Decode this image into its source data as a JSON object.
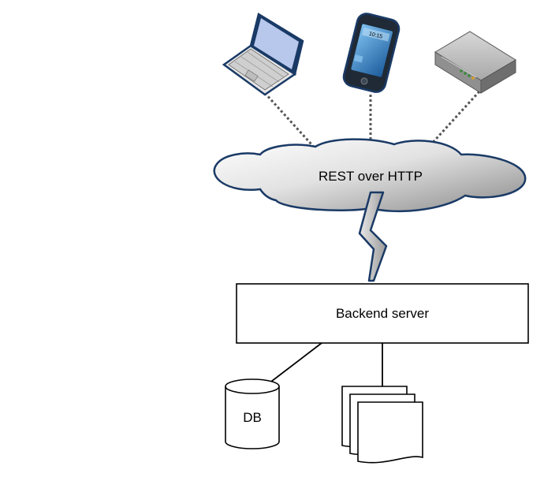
{
  "diagram": {
    "clients": [
      {
        "name": "laptop",
        "icon": "laptop-icon"
      },
      {
        "name": "smartphone",
        "icon": "smartphone-icon",
        "screen_time": "10:15"
      },
      {
        "name": "router",
        "icon": "router-icon"
      }
    ],
    "cloud": {
      "label": "REST over HTTP"
    },
    "server": {
      "label": "Backend server"
    },
    "storage": {
      "database": {
        "label": "DB"
      },
      "documents": {
        "icon": "documents-icon"
      }
    }
  },
  "colors": {
    "outline": "#1a3a66",
    "cloud_gradient_start": "#ffffff",
    "cloud_gradient_end": "#8f8f8f",
    "laptop_screen": "#b8c8ec",
    "phone_screen": "#3a7fc4",
    "router_body": "#b0b0b0",
    "router_led": "#3a8a3a"
  }
}
